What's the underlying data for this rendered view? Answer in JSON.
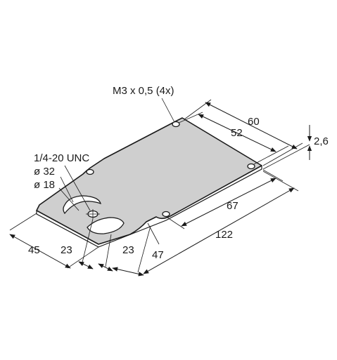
{
  "labels": {
    "thread_holes": "M3 x 0,5 (4x)",
    "thread_center": "1/4-20 UNC",
    "dia_outer": "ø 32",
    "dia_inner": "ø 18",
    "dim_60": "60",
    "dim_52": "52",
    "dim_thickness": "2,6",
    "dim_67": "67",
    "dim_122": "122",
    "dim_45": "45",
    "dim_23a": "23",
    "dim_23b": "23",
    "dim_47": "47"
  },
  "colors": {
    "plate_fill": "#cfcfcf",
    "line": "#1a1a1a",
    "background": "#ffffff"
  }
}
